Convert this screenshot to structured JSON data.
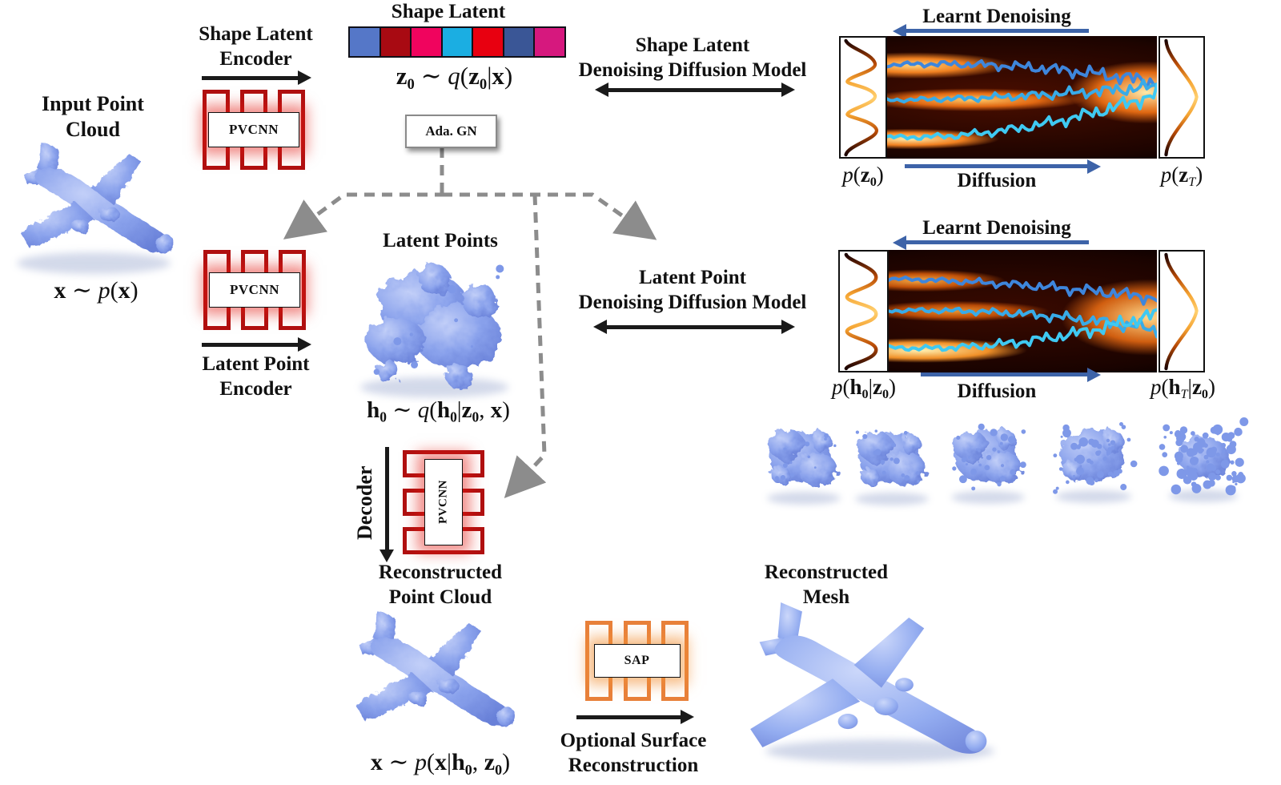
{
  "colors": {
    "pvcnn_red": "#B01010",
    "sap_orange": "#E8803A",
    "arrow_blue": "#3D63A8",
    "arrow_black": "#1A1A1A",
    "dashed_gray": "#8C8C8C",
    "point_cloud_blue": "#8AA2EC",
    "traj_blue_1": "#3E86DC",
    "traj_blue_2": "#38ABE8",
    "traj_blue_3": "#3FC9F2"
  },
  "input": {
    "title_l1": "Input Point",
    "title_l2": "Cloud",
    "formula": [
      {
        "t": "x",
        "c": "b"
      },
      {
        "t": " ∼ "
      },
      {
        "t": "p",
        "c": "i"
      },
      {
        "t": "("
      },
      {
        "t": "x",
        "c": "b"
      },
      {
        "t": ")"
      }
    ]
  },
  "blocks": {
    "pvcnn": "PVCNN",
    "sap": "SAP",
    "ada_gn": "Ada. GN",
    "decoder": "Decoder"
  },
  "shape_encoder": {
    "l1": "Shape Latent",
    "l2": "Encoder"
  },
  "latent_encoder": {
    "l1": "Latent Point",
    "l2": "Encoder"
  },
  "shape_latent": {
    "title": "Shape Latent",
    "cells": [
      "#5577C8",
      "#A80A12",
      "#F0045E",
      "#1BAEE2",
      "#E80010",
      "#3A5696",
      "#D6187E"
    ],
    "formula": [
      {
        "t": "z",
        "c": "b"
      },
      {
        "t": "0",
        "c": "sub"
      },
      {
        "t": " ∼ "
      },
      {
        "t": "q",
        "c": "i"
      },
      {
        "t": "("
      },
      {
        "t": "z",
        "c": "b"
      },
      {
        "t": "0",
        "c": "sub"
      },
      {
        "t": "|"
      },
      {
        "t": "x",
        "c": "b"
      },
      {
        "t": ")"
      }
    ]
  },
  "latent_points": {
    "title": "Latent Points",
    "formula": [
      {
        "t": "h",
        "c": "b"
      },
      {
        "t": "0",
        "c": "sub"
      },
      {
        "t": " ∼ "
      },
      {
        "t": "q",
        "c": "i"
      },
      {
        "t": "("
      },
      {
        "t": "h",
        "c": "b"
      },
      {
        "t": "0",
        "c": "sub"
      },
      {
        "t": "|"
      },
      {
        "t": "z",
        "c": "b"
      },
      {
        "t": "0",
        "c": "sub"
      },
      {
        "t": ", "
      },
      {
        "t": "x",
        "c": "b"
      },
      {
        "t": ")"
      }
    ]
  },
  "models": {
    "shape": {
      "l1": "Shape Latent",
      "l2": "Denoising Diffusion Model"
    },
    "latent": {
      "l1": "Latent Point",
      "l2": "Denoising Diffusion Model"
    }
  },
  "panels": [
    {
      "learnt": "Learnt Denoising",
      "diffusion": "Diffusion",
      "p_left": [
        {
          "t": "p",
          "c": "i"
        },
        {
          "t": "("
        },
        {
          "t": "z",
          "c": "b"
        },
        {
          "t": "0",
          "c": "sub"
        },
        {
          "t": ")"
        }
      ],
      "p_right": [
        {
          "t": "p",
          "c": "i"
        },
        {
          "t": "("
        },
        {
          "t": "z",
          "c": "b"
        },
        {
          "t": "T",
          "c": "subi"
        },
        {
          "t": ")"
        }
      ]
    },
    {
      "learnt": "Learnt Denoising",
      "diffusion": "Diffusion",
      "p_left": [
        {
          "t": "p",
          "c": "i"
        },
        {
          "t": "("
        },
        {
          "t": "h",
          "c": "b"
        },
        {
          "t": "0",
          "c": "sub"
        },
        {
          "t": "|"
        },
        {
          "t": "z",
          "c": "b"
        },
        {
          "t": "0",
          "c": "sub"
        },
        {
          "t": ")"
        }
      ],
      "p_right": [
        {
          "t": "p",
          "c": "i"
        },
        {
          "t": "("
        },
        {
          "t": "h",
          "c": "b"
        },
        {
          "t": "T",
          "c": "subi"
        },
        {
          "t": "|"
        },
        {
          "t": "z",
          "c": "b"
        },
        {
          "t": "0",
          "c": "sub"
        },
        {
          "t": ")"
        }
      ]
    }
  ],
  "reconstruction": {
    "pc_title_l1": "Reconstructed",
    "pc_title_l2": "Point Cloud",
    "mesh_title_l1": "Reconstructed",
    "mesh_title_l2": "Mesh",
    "surface_l1": "Optional Surface",
    "surface_l2": "Reconstruction",
    "formula": [
      {
        "t": "x",
        "c": "b"
      },
      {
        "t": " ∼ "
      },
      {
        "t": "p",
        "c": "i"
      },
      {
        "t": "("
      },
      {
        "t": "x",
        "c": "b"
      },
      {
        "t": "|"
      },
      {
        "t": "h",
        "c": "b"
      },
      {
        "t": "0",
        "c": "sub"
      },
      {
        "t": ", "
      },
      {
        "t": "z",
        "c": "b"
      },
      {
        "t": "0",
        "c": "sub"
      },
      {
        "t": ")"
      }
    ]
  }
}
